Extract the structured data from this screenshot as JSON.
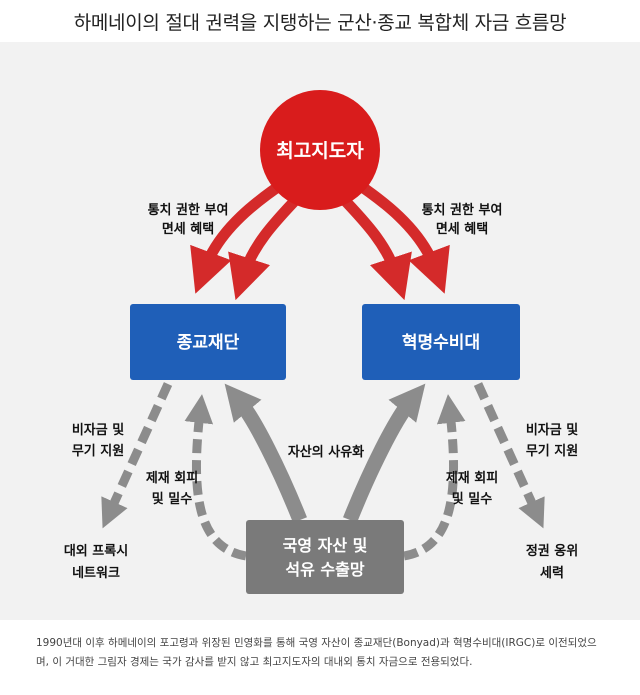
{
  "title": "하메네이의 절대 권력을 지탱하는 군산·종교 복합체 자금 흐름망",
  "nodes": {
    "leader": "최고지도자",
    "bonyad": "종교재단",
    "irgc": "혁명수비대",
    "state_assets": [
      "국영 자산 및",
      "석유 수출망"
    ],
    "overseas_proxy": [
      "대외 프록시",
      "네트워크"
    ],
    "regime_support": [
      "정권 옹위",
      "세력"
    ]
  },
  "edge_labels": {
    "authority_left": [
      "통치 권한 부여",
      "면세 혜택"
    ],
    "authority_right": [
      "통치 권한 부여",
      "면세 혜택"
    ],
    "funds_left": [
      "비자금 및",
      "무기 지원"
    ],
    "funds_right": [
      "비자금 및",
      "무기 지원"
    ],
    "evasion_left": [
      "제재 회피",
      "및 밀수"
    ],
    "evasion_right": [
      "제재 회피",
      "및 밀수"
    ],
    "privatization": "자산의 사유화"
  },
  "caption": [
    "1990년대 이후 하메네이의 포고령과 위장된 민영화를 통해 국영 자산이 종교재단(Bonyad)과 혁명수비대(IRGC)로 이전되었으",
    "며, 이 거대한 그림자 경제는 국가 감사를 받지 않고 최고지도자의 대내외 통치 자금으로 전용되었다."
  ],
  "colors": {
    "leader": "#d91c1c",
    "institution": "#1f5fb8",
    "asset": "#7a7a7a",
    "red_arrow": "#d42a2a",
    "gray_arrow": "#8c8c8c"
  }
}
